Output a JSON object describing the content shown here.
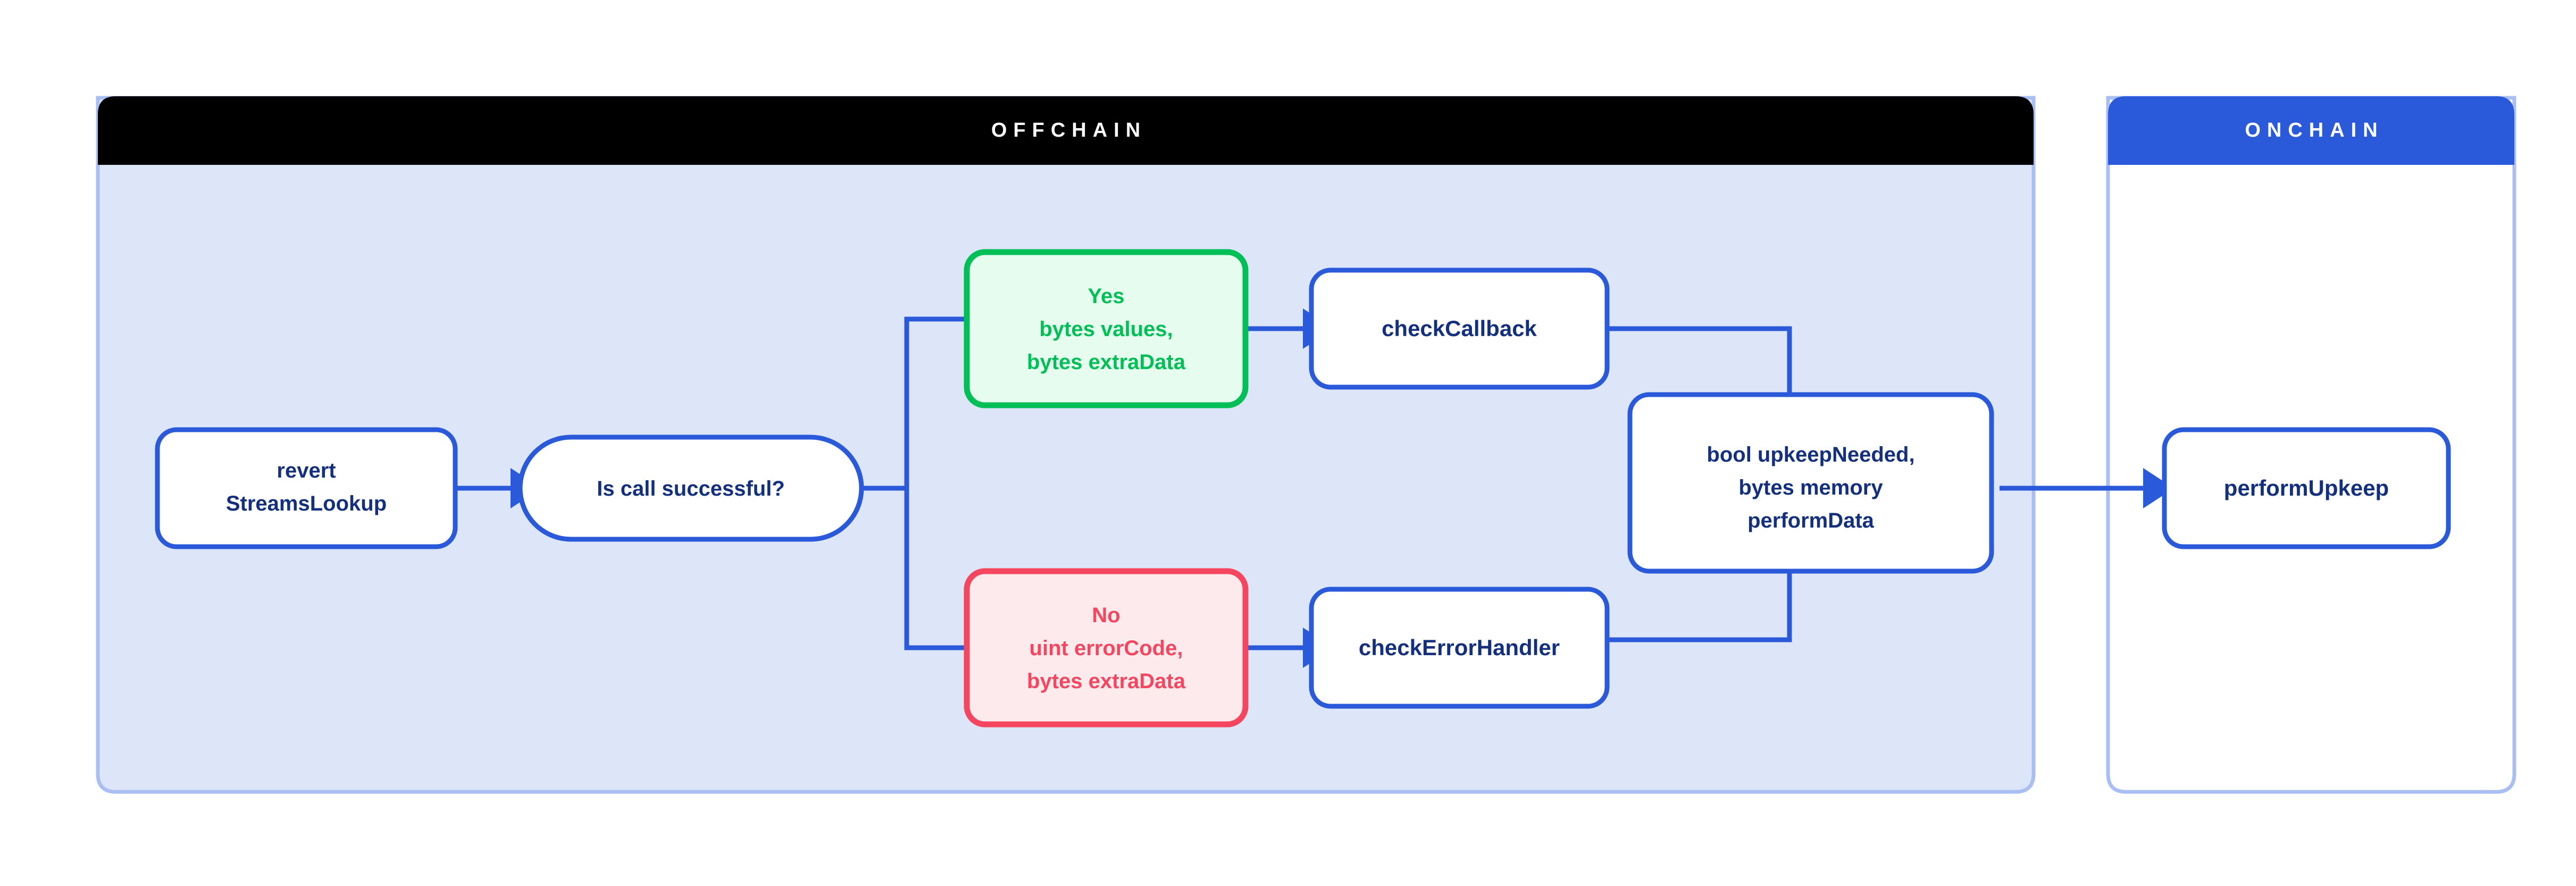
{
  "diagram": {
    "type": "flowchart",
    "title_offchain": "OFFCHAIN",
    "title_onchain": "ONCHAIN",
    "colors": {
      "offchain_header_bg": "#000000",
      "offchain_header_text": "#ffffff",
      "offchain_body_bg": "#dde5f9",
      "offchain_border": "#a9bef2",
      "onchain_header_bg": "#2a5ada",
      "onchain_header_text": "#ffffff",
      "onchain_body_bg": "#ffffff",
      "onchain_border": "#a9bef2",
      "node_border_blue": "#2a5ada",
      "node_fill_white": "#ffffff",
      "node_text_navy": "#14307d",
      "connector_blue": "#2a5ada",
      "yes_border": "#00bf56",
      "yes_fill": "#e6fcef",
      "yes_text": "#00bf56",
      "no_border": "#f4465f",
      "no_fill": "#fdeaed",
      "no_text": "#f4465f"
    },
    "panels": [
      {
        "id": "offchain",
        "label": "OFFCHAIN"
      },
      {
        "id": "onchain",
        "label": "ONCHAIN"
      }
    ],
    "nodes": [
      {
        "id": "revert-streamslookup",
        "shape": "rounded-rect",
        "lines": [
          "revert",
          "StreamsLookup"
        ],
        "panel": "offchain",
        "style": "blue"
      },
      {
        "id": "is-call-successful",
        "shape": "pill",
        "lines": [
          "Is call successful?"
        ],
        "panel": "offchain",
        "style": "blue"
      },
      {
        "id": "yes-branch",
        "shape": "rounded-rect",
        "lines": [
          "Yes",
          "bytes values,",
          "bytes extraData"
        ],
        "panel": "offchain",
        "style": "green"
      },
      {
        "id": "no-branch",
        "shape": "rounded-rect",
        "lines": [
          "No",
          "uint errorCode,",
          "bytes extraData"
        ],
        "panel": "offchain",
        "style": "red"
      },
      {
        "id": "check-callback",
        "shape": "rounded-rect",
        "lines": [
          "checkCallback"
        ],
        "panel": "offchain",
        "style": "blue"
      },
      {
        "id": "check-error-handler",
        "shape": "rounded-rect",
        "lines": [
          "checkErrorHandler"
        ],
        "panel": "offchain",
        "style": "blue"
      },
      {
        "id": "upkeep-needed",
        "shape": "rounded-rect",
        "lines": [
          "bool upkeepNeeded,",
          "bytes memory",
          "performData"
        ],
        "panel": "offchain",
        "style": "blue"
      },
      {
        "id": "perform-upkeep",
        "shape": "rounded-rect",
        "lines": [
          "performUpkeep"
        ],
        "panel": "onchain",
        "style": "blue"
      }
    ],
    "edges": [
      {
        "from": "revert-streamslookup",
        "to": "is-call-successful",
        "arrow": true
      },
      {
        "from": "is-call-successful",
        "to": "yes-branch",
        "arrow": false
      },
      {
        "from": "is-call-successful",
        "to": "no-branch",
        "arrow": false
      },
      {
        "from": "yes-branch",
        "to": "check-callback",
        "arrow": true
      },
      {
        "from": "no-branch",
        "to": "check-error-handler",
        "arrow": true
      },
      {
        "from": "check-callback",
        "to": "upkeep-needed",
        "arrow": false
      },
      {
        "from": "check-error-handler",
        "to": "upkeep-needed",
        "arrow": false
      },
      {
        "from": "upkeep-needed",
        "to": "perform-upkeep",
        "arrow": true
      }
    ]
  }
}
